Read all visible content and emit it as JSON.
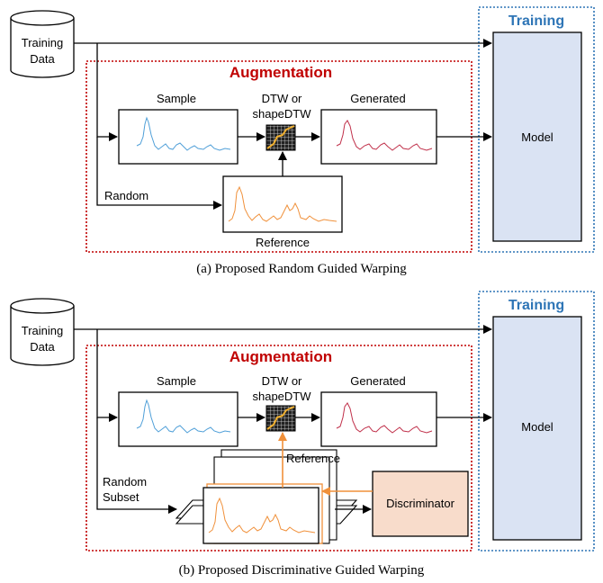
{
  "panel_a": {
    "training_data_label_1": "Training",
    "training_data_label_2": "Data",
    "training_title": "Training",
    "augmentation_title": "Augmentation",
    "sample_label": "Sample",
    "dtw_label_1": "DTW or",
    "dtw_label_2": "shapeDTW",
    "generated_label": "Generated",
    "model_label": "Model",
    "random_label": "Random",
    "reference_label": "Reference",
    "caption": "(a) Proposed Random Guided Warping"
  },
  "panel_b": {
    "training_data_label_1": "Training",
    "training_data_label_2": "Data",
    "training_title": "Training",
    "augmentation_title": "Augmentation",
    "sample_label": "Sample",
    "dtw_label_1": "DTW or",
    "dtw_label_2": "shapeDTW",
    "generated_label": "Generated",
    "model_label": "Model",
    "random_subset_label_1": "Random",
    "random_subset_label_2": "Subset",
    "reference_label": "Reference",
    "discriminator_label": "Discriminator",
    "caption": "(b) Proposed Discriminative Guided Warping"
  },
  "colors": {
    "augmentation_border": "#c00000",
    "training_border": "#2e75b6",
    "model_fill": "#dae3f3",
    "discriminator_fill": "#f8dccb",
    "sample_line": "#4f9fd8",
    "generated_line": "#c0304a",
    "reference_line": "#f0903a"
  }
}
